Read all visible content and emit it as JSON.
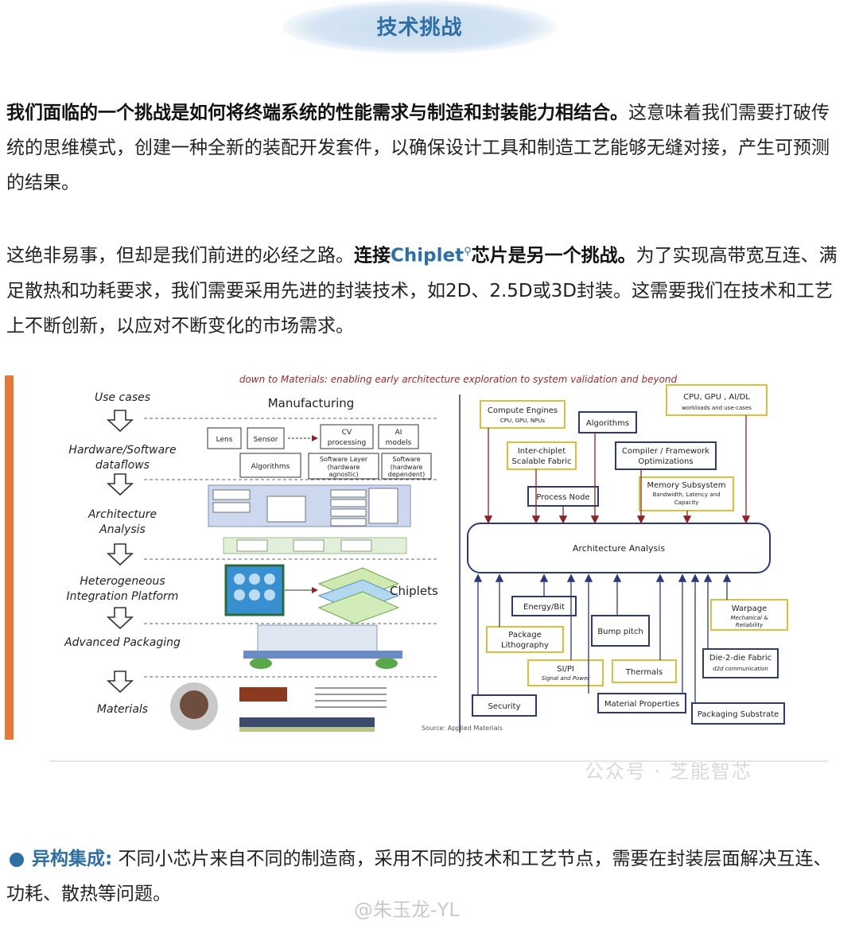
{
  "header": {
    "title": "技术挑战"
  },
  "para1": {
    "bold": "我们面临的一个挑战是如何将终端系统的性能需求与制造和封装能力相结合。",
    "rest": "这意味着我们需要打破传统的思维模式，创建一种全新的装配开发套件，以确保设计工具和制造工艺能够无缝对接，产生可预测的结果。"
  },
  "para2": {
    "start": "这绝非易事，但却是我们前进的必经之路。",
    "bold1": "连接",
    "chiplet": "Chiplet",
    "bold2": "芯片是另一个挑战。",
    "rest": "为了实现高带宽互连、满足散热和功耗要求，我们需要采用先进的封装技术，如2D、2.5D或3D封装。这需要我们在技术和工艺上不断创新，以应对不断变化的市场需求。"
  },
  "figure": {
    "top_caption": "down to Materials: enabling early architecture exploration to system validation and beyond",
    "manufacturing": "Manufacturing",
    "stages": [
      "Use cases",
      "Hardware/Software",
      "dataflows",
      "Architecture",
      "Analysis",
      "Heterogeneous",
      "Integration Platform",
      "Advanced Packaging",
      "Materials"
    ],
    "flow": {
      "lens": "Lens",
      "sensor": "Sensor",
      "cv": "CV",
      "cv2": "processing",
      "ai": "AI",
      "ai2": "models",
      "algorithms": "Algorithms",
      "sw_layer": "Software Layer",
      "sw_layer2": "(hardware",
      "sw_layer3": "agnostic)",
      "software": "Software",
      "software2": "(hardware",
      "software3": "dependent)",
      "chiplets": "Chiplets"
    },
    "right": {
      "compute": "Compute Engines",
      "compute_sub": "CPU, GPU, NPUs",
      "algorithms": "Algorithms",
      "cpu": "CPU, GPU , AI/DL",
      "cpu_sub": "workloads and use-cases",
      "inter": "Inter-chiplet",
      "inter2": "Scalable Fabric",
      "compiler": "Compiler / Framework",
      "compiler2": "Optimizations",
      "process": "Process Node",
      "memory": "Memory Subsystem",
      "memory2": "Bandwidth,  Latency and",
      "memory3": "Capacity",
      "arch": "Architecture Analysis",
      "energy": "Energy/Bit",
      "warpage": "Warpage",
      "warpage2": "Mechanical &",
      "warpage3": "Reliability",
      "package": "Package",
      "package2": "Lithography",
      "bump": "Bump pitch",
      "sipi": "SI/PI",
      "sipi2": "Signal and Power",
      "thermals": "Thermals",
      "die2die": "Die-2-die Fabric",
      "die2die2": "d2d communication",
      "security": "Security",
      "material": "Material Properties",
      "substrate": "Packaging Substrate"
    },
    "source": "Source: Applied Materials"
  },
  "watermark": "公众号 · 芝能智芯",
  "para3": {
    "lead": "异构集成:",
    "text": " 不同小芯片来自不同的制造商，采用不同的技术和工艺节点，需要在封装层面解决互连、功耗、散热等问题。"
  },
  "weibo": "@朱玉龙-YL",
  "colors": {
    "accent": "#2e6fa3",
    "orange": "#e07b3c",
    "gold": "#e8c640",
    "navy": "#2d3a7a"
  }
}
